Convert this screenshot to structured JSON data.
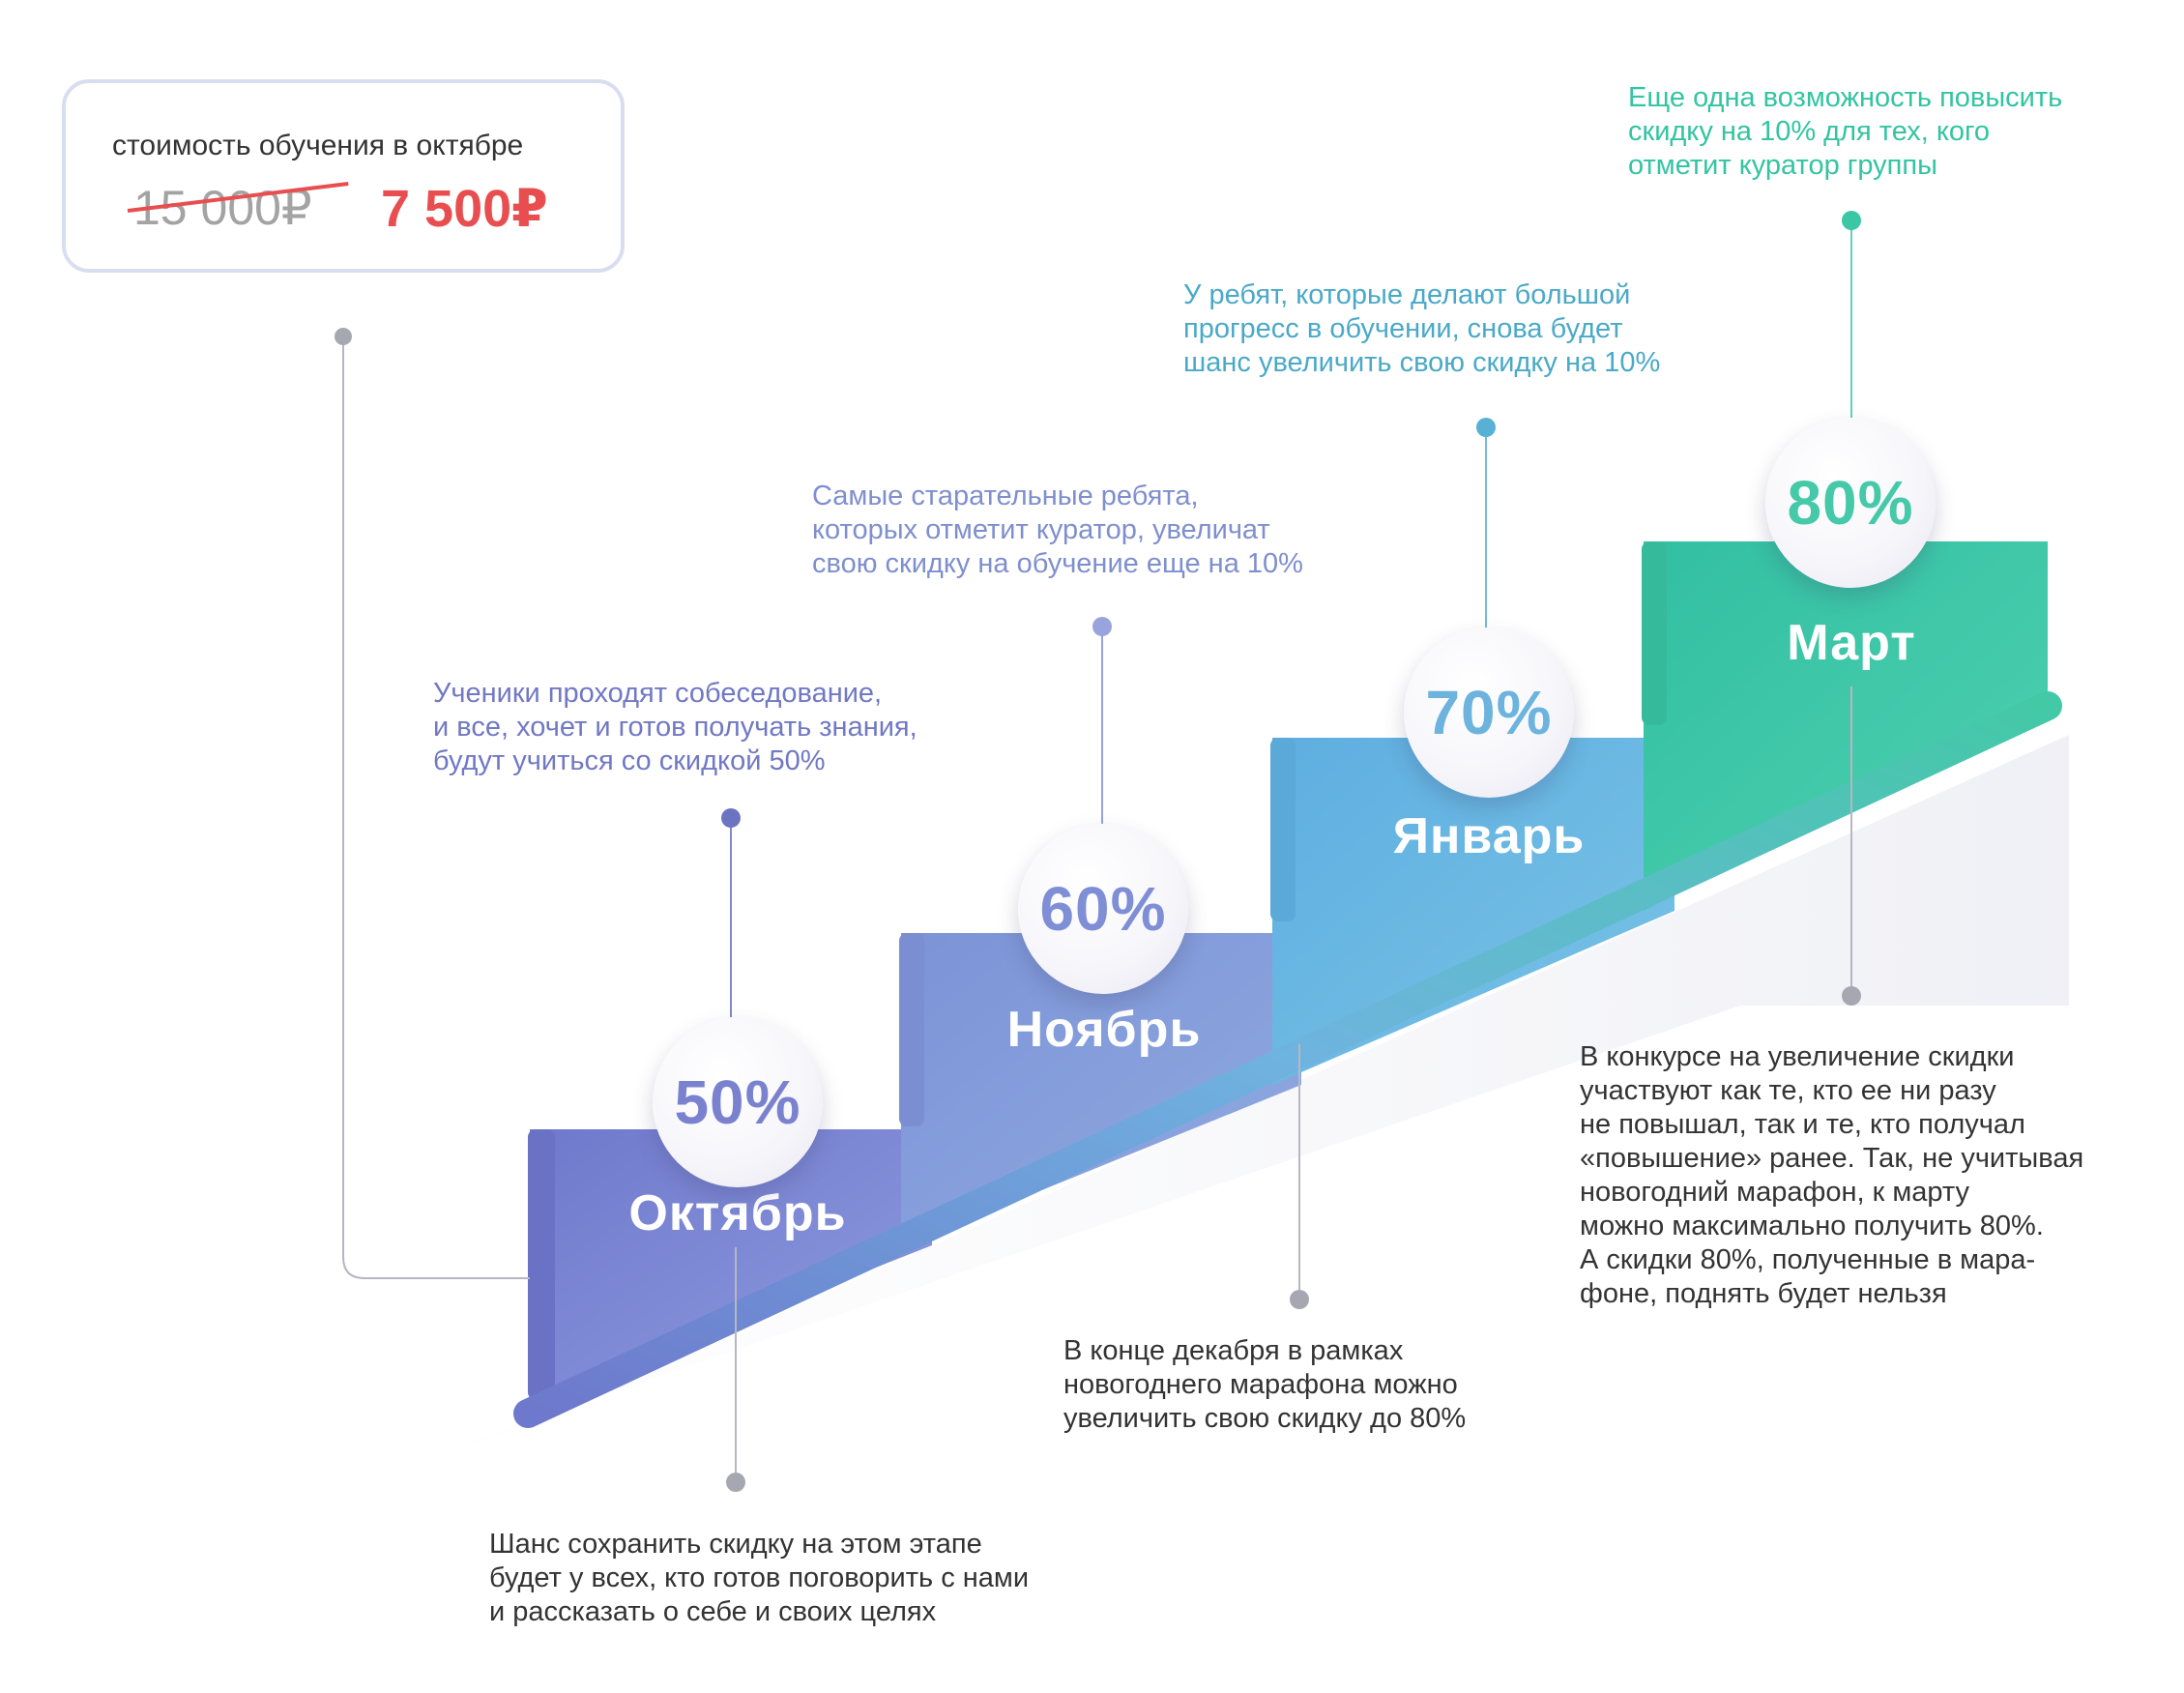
{
  "price_card": {
    "label": "стоимость обучения в октябре",
    "old_price": "15 000₽",
    "new_price": "7 500₽"
  },
  "steps": [
    {
      "month": "Октябрь",
      "percent": "50%",
      "color": "#7a82cf"
    },
    {
      "month": "Ноябрь",
      "percent": "60%",
      "color": "#7f8fd6"
    },
    {
      "month": "Январь",
      "percent": "70%",
      "color": "#6cb3de"
    },
    {
      "month": "Март",
      "percent": "80%",
      "color": "#45c9a8"
    }
  ],
  "callouts": {
    "october": "Ученики проходят собеседование,\nи все, хочет и готов получать знания,\nбудут учиться со скидкой 50%",
    "november": "Самые старательные ребята,\nкоторых отметит куратор, увеличат\nсвою скидку на обучение еще на 10%",
    "january": "У ребят, которые делают большой\nпрогресс в обучении, снова будет\nшанс увеличить свою скидку на 10%",
    "march": "Еще одна возможность повысить\nскидку на 10% для тех, кого\nотметит куратор группы",
    "keep_discount": "Шанс сохранить скидку на этом этапе\nбудет у всех, кто готов поговорить с нами\nи рассказать о себе и своих целях",
    "december_marathon": "В конце декабря в рамках\nновогоднего марафона можно\nувеличить свою скидку до 80%",
    "contest": "В конкурсе на увеличение скидки\nучаствуют как те, кто ее ни разу\nне повышал, так и те, кто получал\n«повышение» ранее. Так, не учитывая\nновогодний марафон, к марту\nможно максимально получить 80%.\nА скидки 80%, полученные в мара-\nфоне, поднять будет нельзя"
  }
}
